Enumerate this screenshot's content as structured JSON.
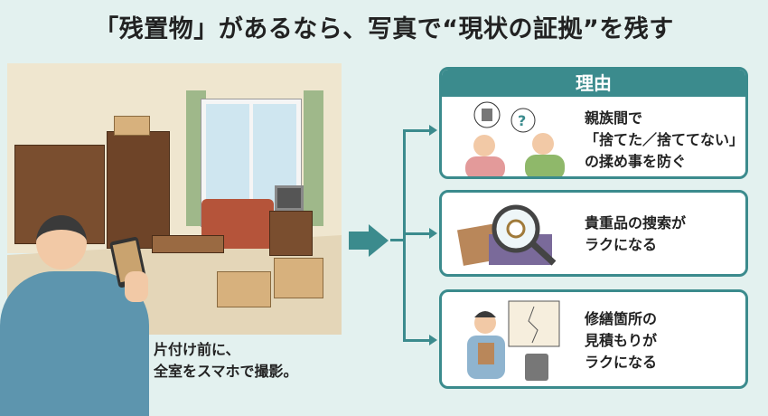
{
  "title": "「残置物」があるなら、写真で“現状の証拠”を残す",
  "caption": {
    "line1": "片付け前に、",
    "line2": "全室をスマホで撮影。"
  },
  "reasons": {
    "header": "理由",
    "items": [
      {
        "lines": [
          "親族間で",
          "「捨てた／捨ててない」",
          "の揉め事を防ぐ"
        ],
        "icon": "arguing-family-icon"
      },
      {
        "lines": [
          "貴重品の捜索が",
          "ラクになる"
        ],
        "icon": "magnifier-valuables-icon"
      },
      {
        "lines": [
          "修繕箇所の",
          "見積もりが",
          "ラクになる"
        ],
        "icon": "repair-estimate-icon"
      }
    ]
  },
  "colors": {
    "accent": "#3b8b8d",
    "background": "#e3f1ef"
  }
}
